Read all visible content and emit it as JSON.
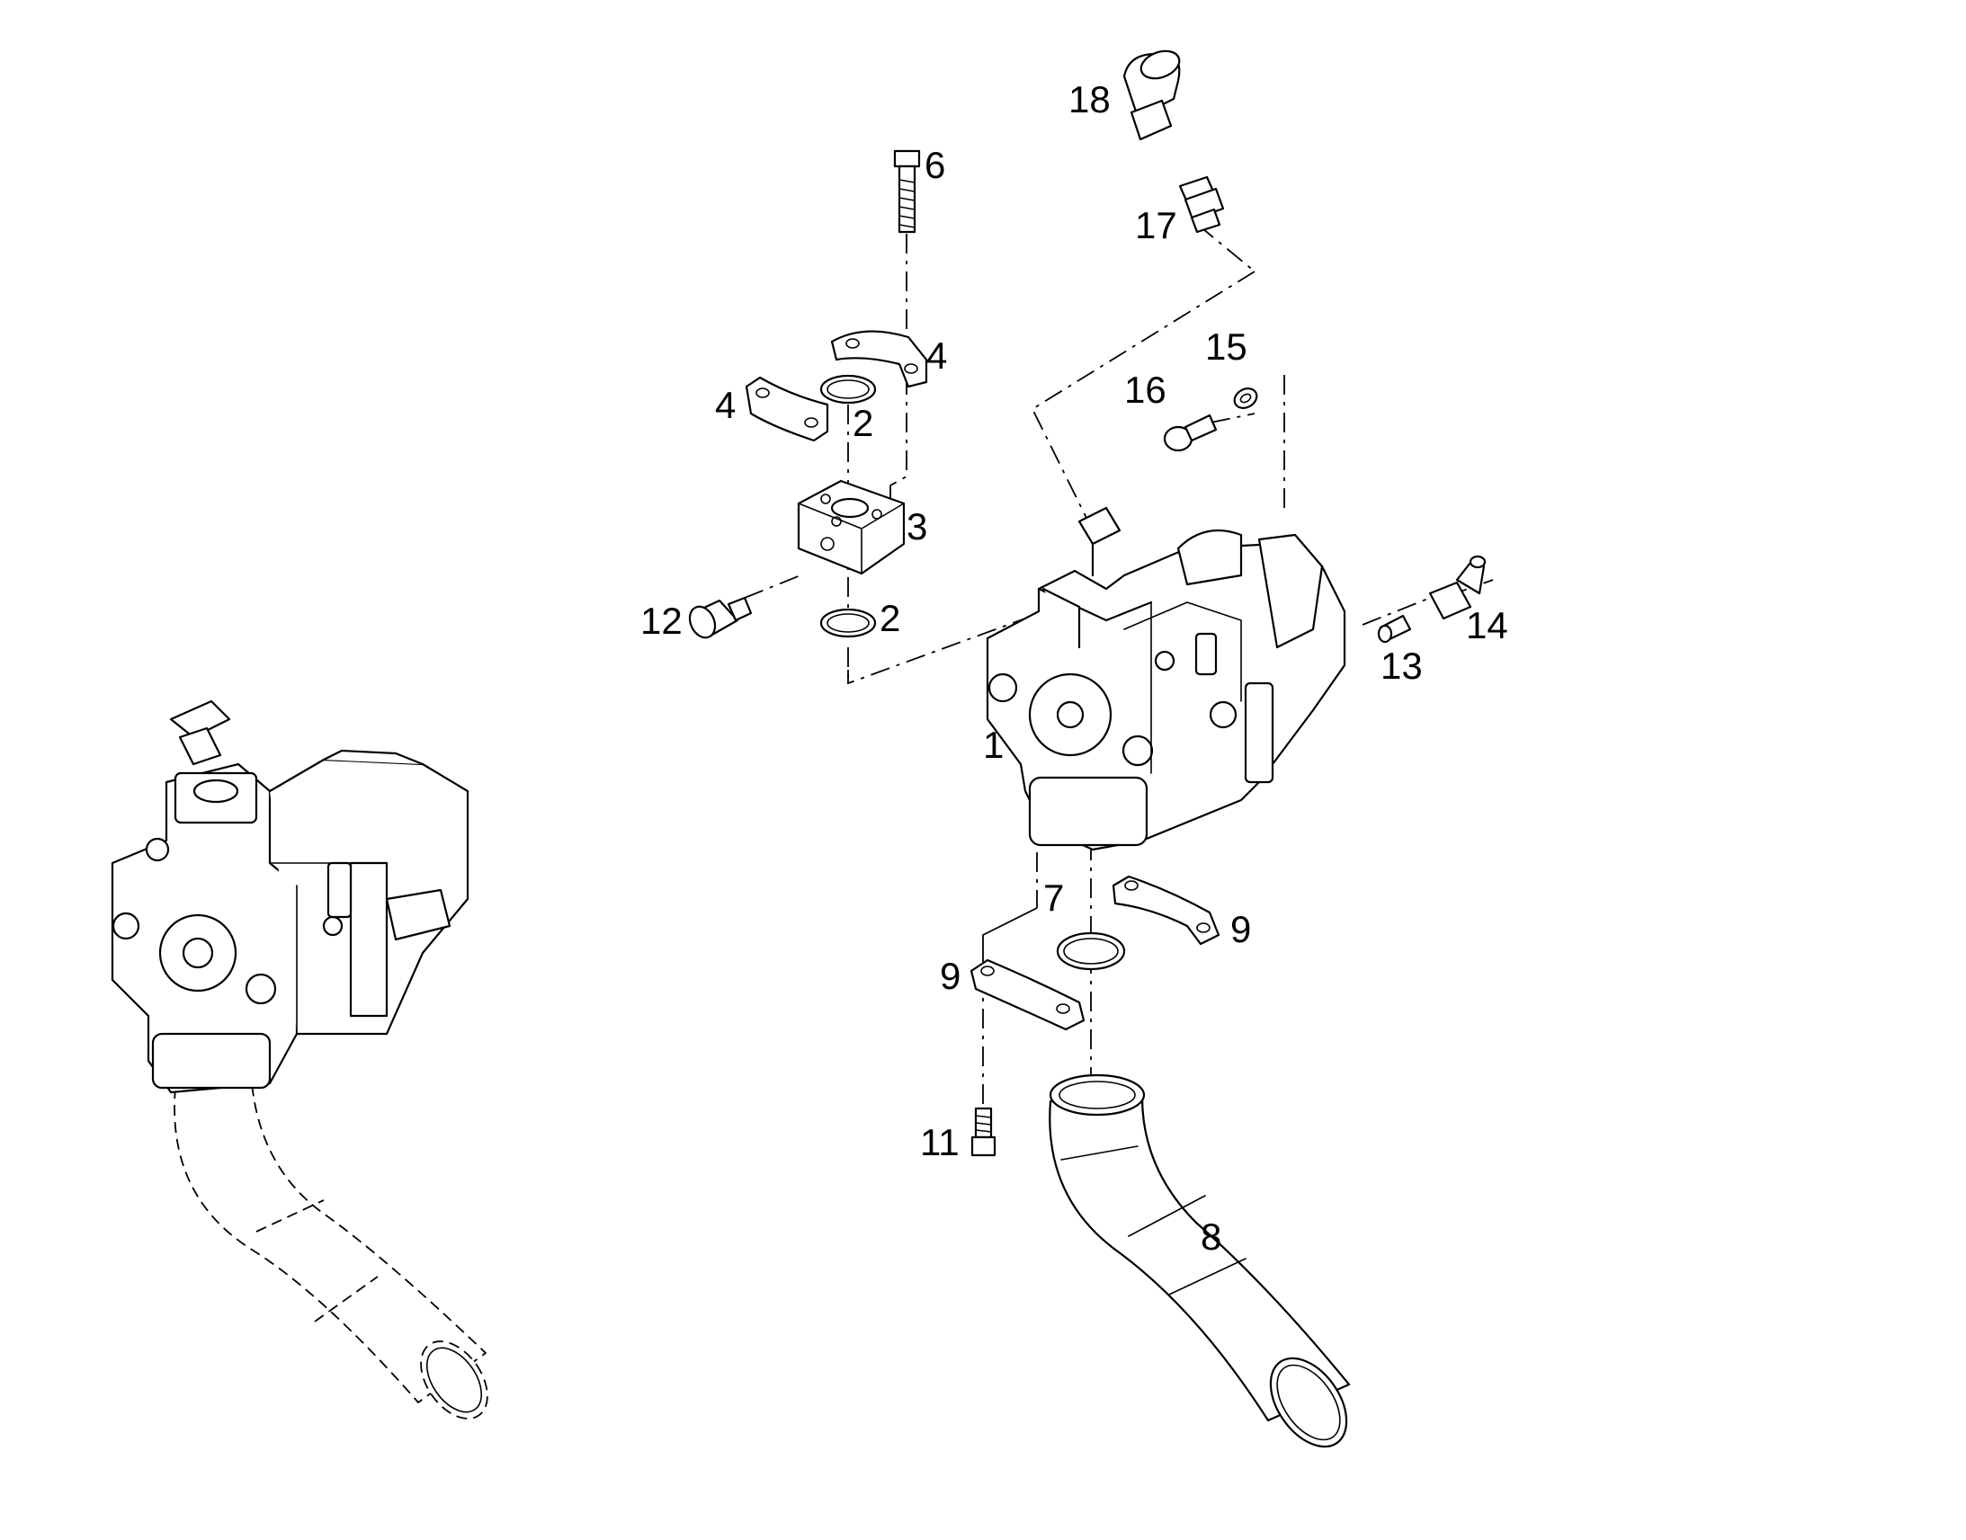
{
  "callouts": {
    "c1": "1",
    "c2a": "2",
    "c2b": "2",
    "c3": "3",
    "c4a": "4",
    "c4b": "4",
    "c6": "6",
    "c7": "7",
    "c8": "8",
    "c9a": "9",
    "c9b": "9",
    "c11": "11",
    "c12": "12",
    "c13": "13",
    "c14": "14",
    "c15": "15",
    "c16": "16",
    "c17": "17",
    "c18": "18"
  }
}
